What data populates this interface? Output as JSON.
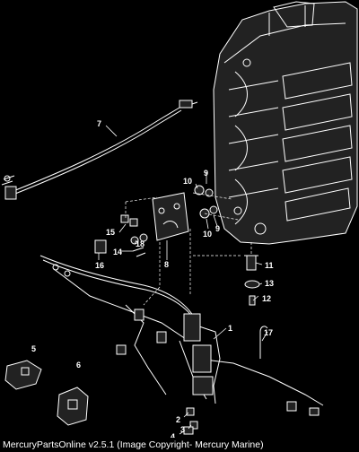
{
  "callouts": {
    "c1": "1",
    "c2": "2",
    "c3": "3",
    "c4": "4",
    "c5": "5",
    "c6": "6",
    "c7": "7",
    "c8": "8",
    "c9a": "9",
    "c9b": "9",
    "c10a": "10",
    "c10b": "10",
    "c11": "11",
    "c12": "12",
    "c13": "13",
    "c14": "14",
    "c15": "15",
    "c16": "16",
    "c17": "17",
    "c18": "18"
  },
  "footer": "MercuryPartsOnline v2.5.1 (Image Copyright- Mercury Marine)"
}
